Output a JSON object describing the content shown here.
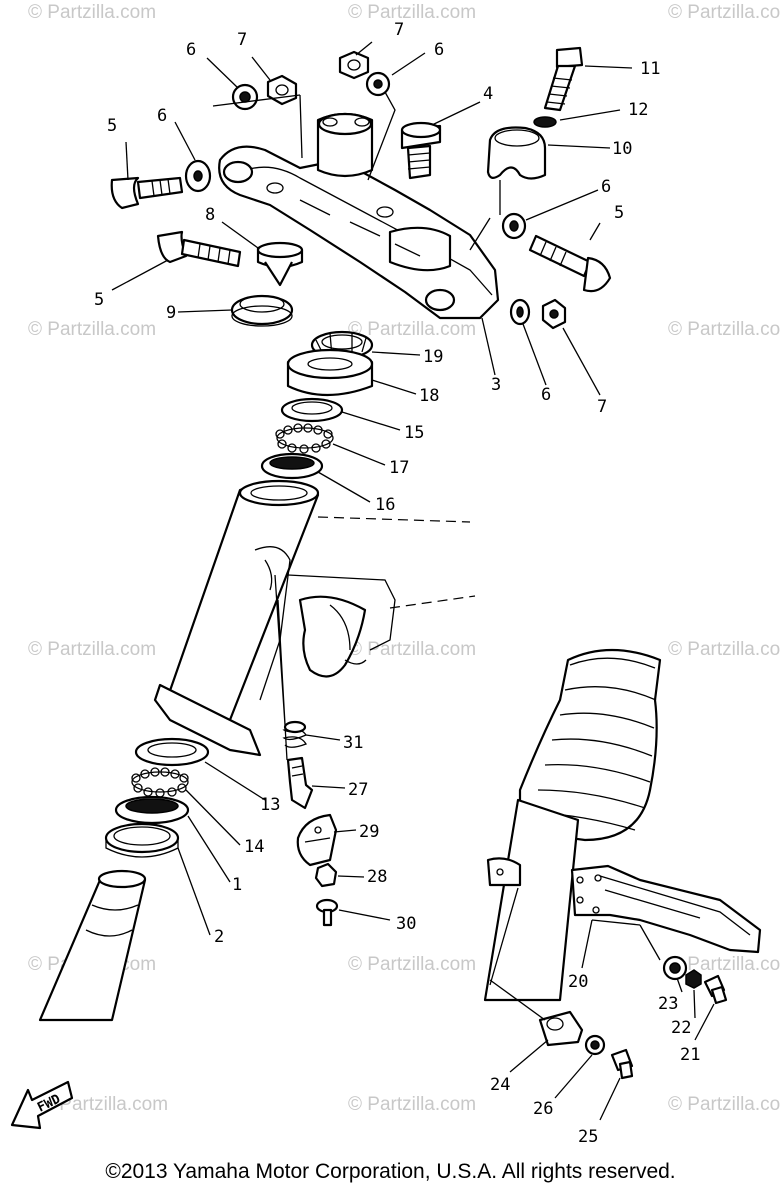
{
  "watermarks": [
    "© Partzilla.com",
    "© Partzilla.com",
    "© Partzilla.com",
    "© Partzilla.com",
    "© Partzilla.com",
    "© Partzilla.com",
    "© Partzilla.com",
    "© Partzilla.com",
    "© Partzilla.com",
    "© Partzilla.com",
    "© Partzilla.com",
    "© Partzilla.com",
    "© Partzilla.com",
    "© Partzilla.com",
    "© Partzilla.com"
  ],
  "callouts": [
    "7",
    "6",
    "7",
    "6",
    "11",
    "4",
    "12",
    "5",
    "6",
    "10",
    "6",
    "5",
    "8",
    "5",
    "9",
    "3",
    "6",
    "7",
    "19",
    "18",
    "15",
    "17",
    "16",
    "31",
    "13",
    "27",
    "14",
    "29",
    "1",
    "28",
    "30",
    "2",
    "20",
    "23",
    "22",
    "21",
    "24",
    "26",
    "25"
  ],
  "fwd_label": "FWD",
  "copyright": "©2013 Yamaha Motor Corporation, U.S.A. All rights reserved."
}
